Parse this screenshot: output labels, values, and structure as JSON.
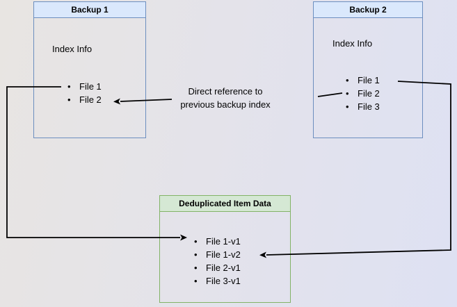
{
  "colors": {
    "background_left": "#e8e5e2",
    "background_right": "#dee1f3",
    "blue_box_fill": "#dae8fc",
    "blue_box_stroke": "#6c8ebf",
    "green_box_fill": "#d5e8d4",
    "green_box_stroke": "#82b366",
    "connector": "#000000"
  },
  "backup1": {
    "title": "Backup 1",
    "subtitle": "Index Info",
    "files": [
      "File 1",
      "File 2"
    ]
  },
  "backup2": {
    "title": "Backup 2",
    "subtitle": "Index Info",
    "files": [
      "File 1",
      "File 2",
      "File 3"
    ]
  },
  "dedup": {
    "title": "Deduplicated Item Data",
    "files": [
      "File 1-v1",
      "File 1-v2",
      "File 2-v1",
      "File 3-v1"
    ]
  },
  "edge_label": {
    "line1": "Direct reference to",
    "line2": "previous backup index"
  }
}
